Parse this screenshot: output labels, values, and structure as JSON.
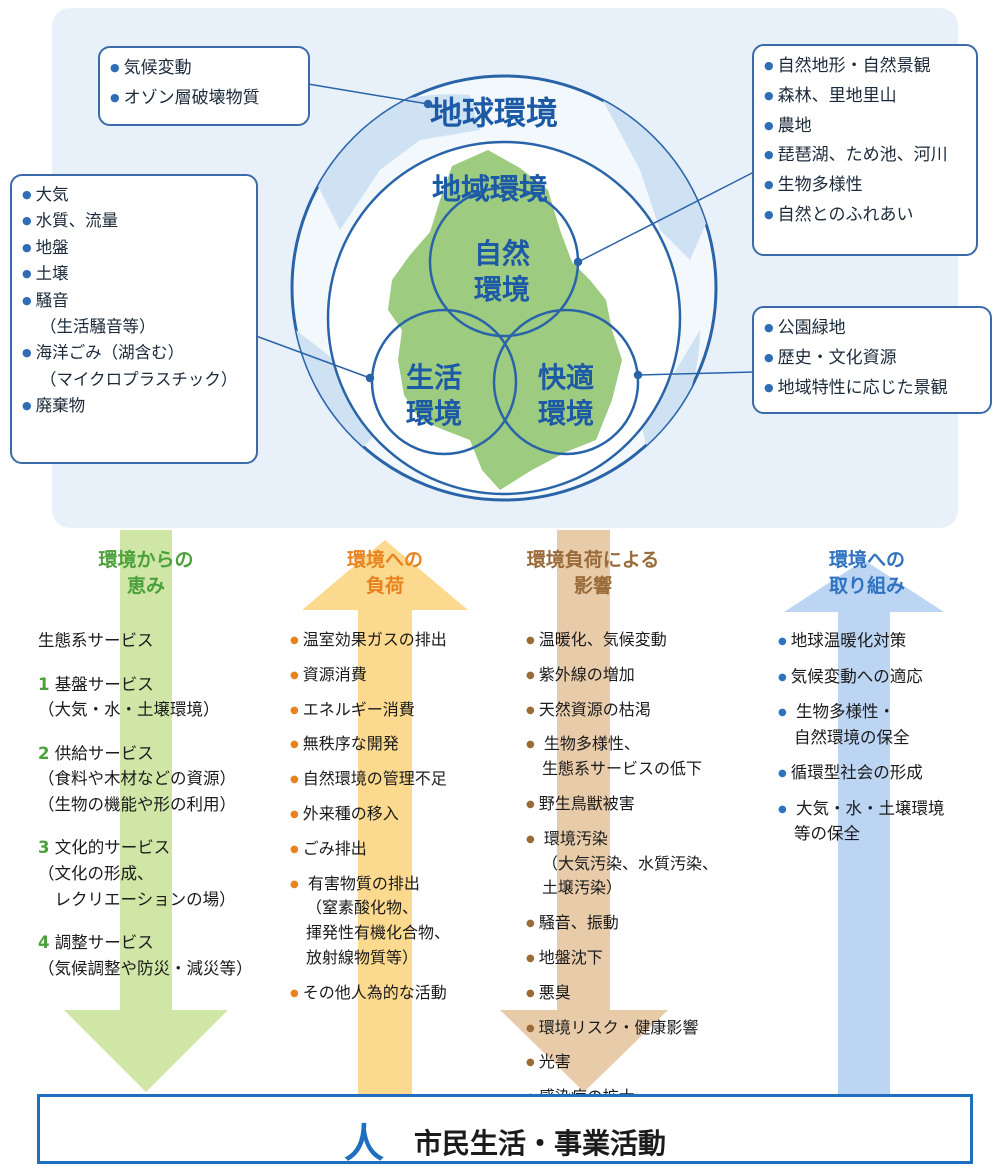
{
  "globe": {
    "global_label": "地球環境",
    "regional_label": "地域環境",
    "nature_label": [
      "自然",
      "環境"
    ],
    "living_label": [
      "生活",
      "環境"
    ],
    "amenity_label": [
      "快適",
      "環境"
    ]
  },
  "boxes": {
    "global_issues": [
      "気候変動",
      "オゾン層破壊物質"
    ],
    "nature_items": [
      "自然地形・自然景観",
      "森林、里地里山",
      "農地",
      "琵琶湖、ため池、河川",
      "生物多様性",
      "自然とのふれあい"
    ],
    "living_items": [
      "大気",
      "水質、流量",
      "地盤",
      "土壌",
      "騒音",
      "（生活騒音等）",
      "海洋ごみ（湖含む）",
      "（マイクロプラスチック）",
      "廃棄物"
    ],
    "amenity_items": [
      "公園緑地",
      "歴史・文化資源",
      "地域特性に応じた景観"
    ]
  },
  "columns": {
    "benefits": {
      "title": [
        "環境からの",
        "恵み"
      ],
      "color": "#4aa03a",
      "heading": "生態系サービス",
      "items": [
        {
          "num": "1",
          "label": "基盤サービス",
          "sub": [
            "（大気・水・土壌環境）"
          ]
        },
        {
          "num": "2",
          "label": "供給サービス",
          "sub": [
            "（食料や木材などの資源）",
            "（生物の機能や形の利用）"
          ]
        },
        {
          "num": "3",
          "label": "文化的サービス",
          "sub": [
            "（文化の形成、",
            "　レクリエーションの場）"
          ]
        },
        {
          "num": "4",
          "label": "調整サービス",
          "sub": [
            "（気候調整や防災・減災等）"
          ]
        }
      ]
    },
    "load": {
      "title": [
        "環境への",
        "負荷"
      ],
      "color": "#e8821e",
      "items": [
        {
          "label": "温室効果ガスの排出"
        },
        {
          "label": "資源消費"
        },
        {
          "label": "エネルギー消費"
        },
        {
          "label": "無秩序な開発"
        },
        {
          "label": "自然環境の管理不足"
        },
        {
          "label": "外来種の移入"
        },
        {
          "label": "ごみ排出"
        },
        {
          "label": "有害物質の排出",
          "sub": [
            "（窒素酸化物、",
            "揮発性有機化合物、",
            "放射線物質等）"
          ]
        },
        {
          "label": "その他人為的な活動"
        }
      ]
    },
    "impact": {
      "title": [
        "環境負荷による",
        "影響"
      ],
      "color": "#9a6b3a",
      "items": [
        {
          "label": "温暖化、気候変動"
        },
        {
          "label": "紫外線の増加"
        },
        {
          "label": "天然資源の枯渇"
        },
        {
          "label": "生物多様性、",
          "sub": [
            "生態系サービスの低下"
          ]
        },
        {
          "label": "野生鳥獣被害"
        },
        {
          "label": "環境汚染",
          "sub": [
            "（大気汚染、水質汚染、",
            "土壌汚染）"
          ]
        },
        {
          "label": "騒音、振動"
        },
        {
          "label": "地盤沈下"
        },
        {
          "label": "悪臭"
        },
        {
          "label": "環境リスク・健康影響"
        },
        {
          "label": "光害"
        },
        {
          "label": "感染症の拡大"
        }
      ]
    },
    "efforts": {
      "title": [
        "環境への",
        "取り組み"
      ],
      "color": "#2f72c0",
      "items": [
        {
          "label": "地球温暖化対策"
        },
        {
          "label": "気候変動への適応"
        },
        {
          "label": "生物多様性・",
          "sub": [
            "自然環境の保全"
          ]
        },
        {
          "label": "循環型社会の形成"
        },
        {
          "label": "大気・水・土壌環境",
          "sub": [
            "等の保全"
          ]
        }
      ]
    }
  },
  "bottom": {
    "person_char": "人",
    "label": "市民生活・事業活動"
  },
  "colors": {
    "blue_line": "#2a64a8",
    "green_arrow": "#cfe6a6",
    "orange_arrow": "#fbd98e",
    "tan_arrow": "#e8ccaa",
    "blue_arrow": "#bcd5f2"
  }
}
